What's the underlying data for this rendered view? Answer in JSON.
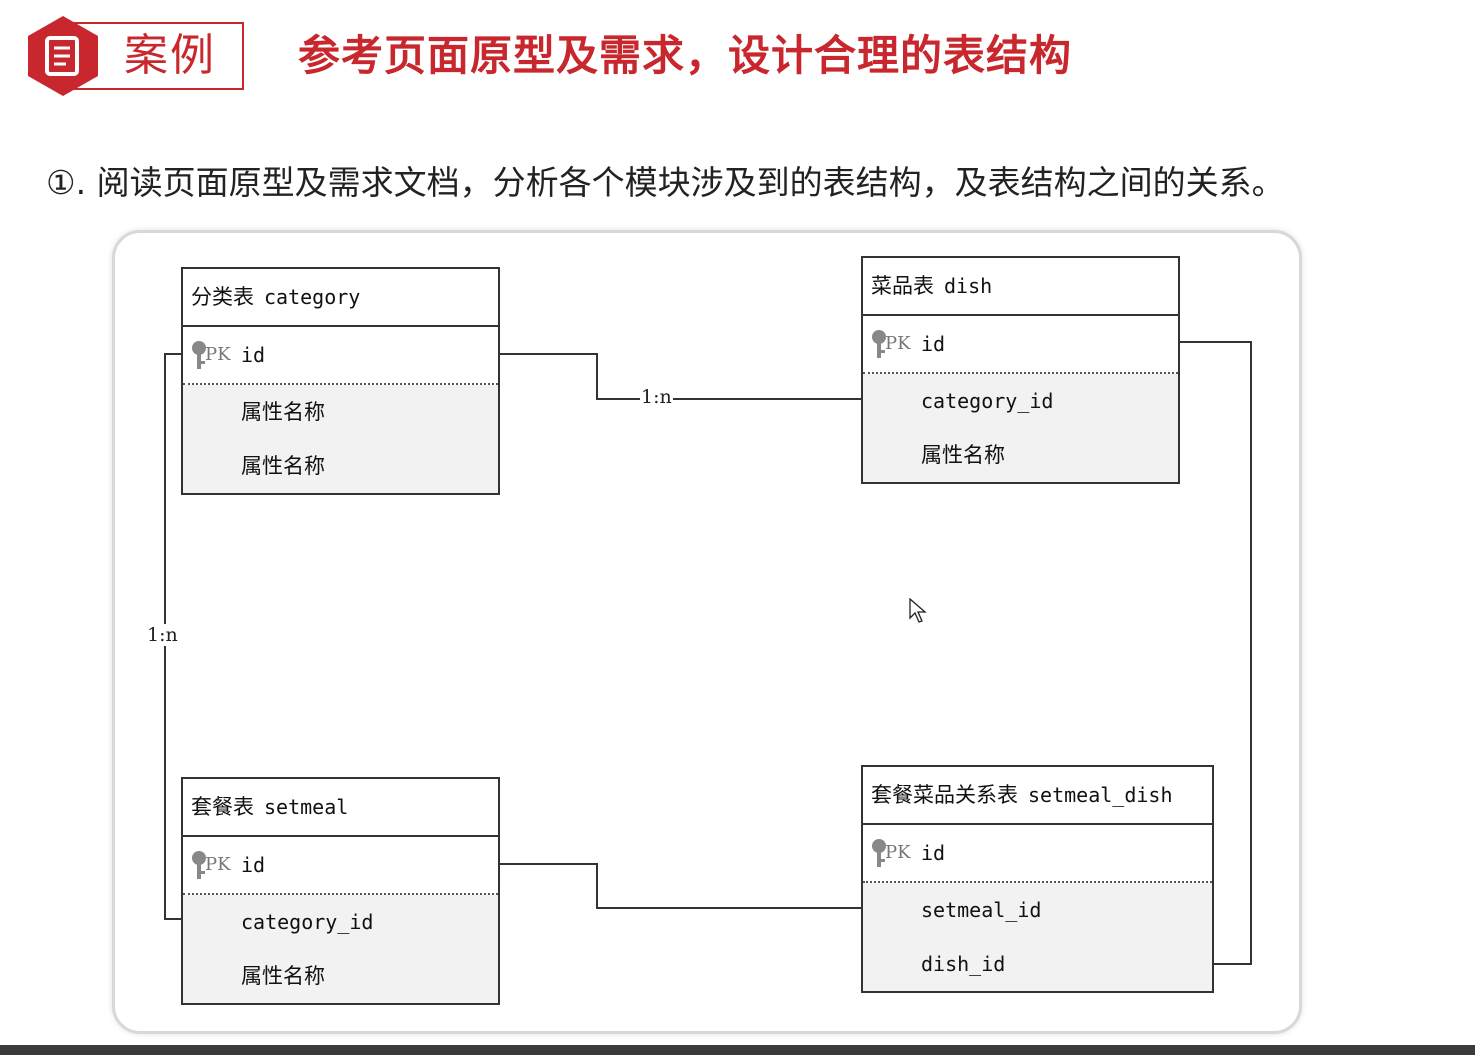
{
  "header": {
    "case_label": "案例",
    "title": "参考页面原型及需求，设计合理的表结构",
    "subtitle": "①. 阅读页面原型及需求文档，分析各个模块涉及到的表结构，及表结构之间的关系。"
  },
  "colors": {
    "accent": "#c8282d"
  },
  "entities": {
    "category": {
      "name_cn": "分类表",
      "name_en": "category",
      "pk_tag": "PK",
      "pk": "id",
      "fields": [
        "属性名称",
        "属性名称"
      ]
    },
    "dish": {
      "name_cn": "菜品表",
      "name_en": "dish",
      "pk_tag": "PK",
      "pk": "id",
      "fields": [
        "category_id",
        "属性名称"
      ]
    },
    "setmeal": {
      "name_cn": "套餐表",
      "name_en": "setmeal",
      "pk_tag": "PK",
      "pk": "id",
      "fields": [
        "category_id",
        "属性名称"
      ]
    },
    "setmeal_dish": {
      "name_cn": "套餐菜品关系表",
      "name_en": "setmeal_dish",
      "pk_tag": "PK",
      "pk": "id",
      "fields": [
        "setmeal_id",
        "dish_id"
      ]
    }
  },
  "relations": {
    "category_dish": "1:n",
    "category_setmeal": "1:n"
  },
  "icons": {
    "header": "document-icon",
    "key": "key-icon",
    "cursor": "mouse-cursor-icon"
  }
}
